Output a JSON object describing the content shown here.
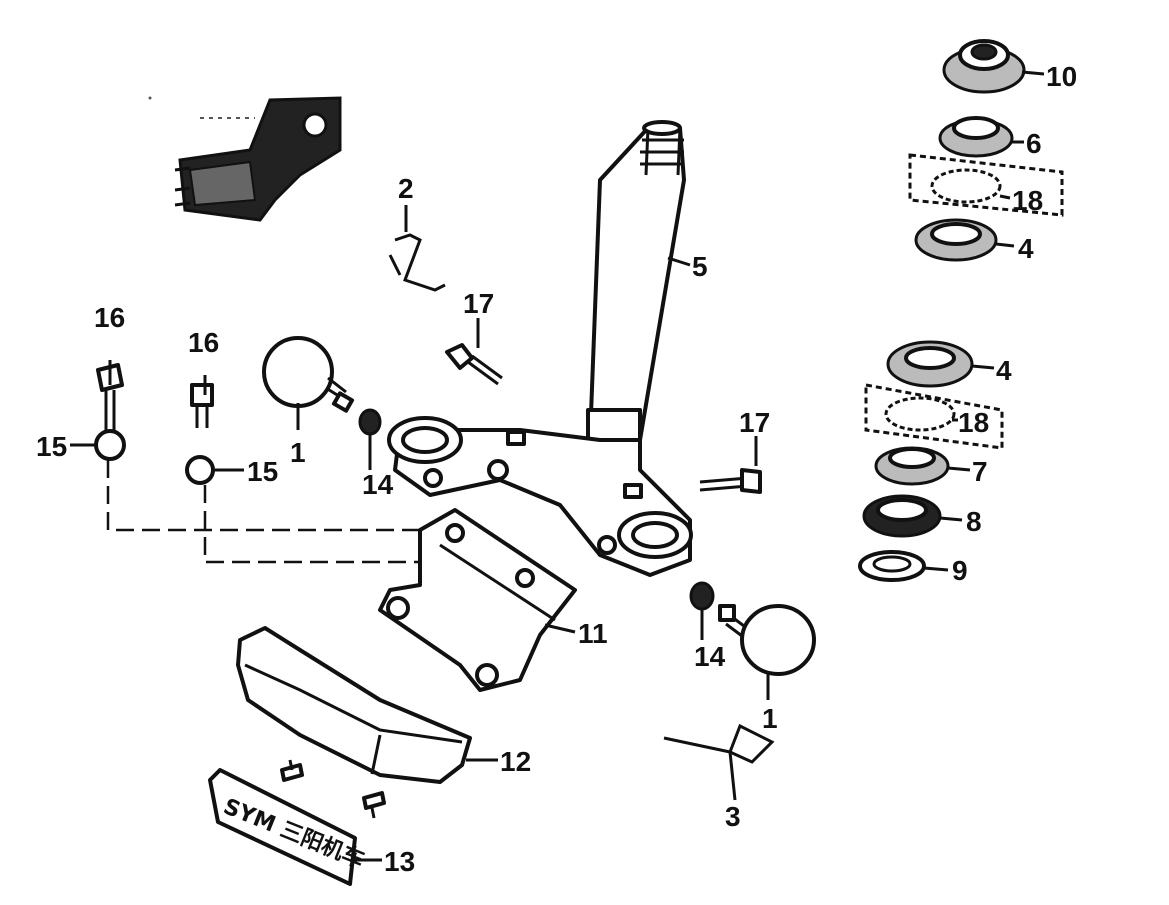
{
  "callouts": {
    "c1a": "1",
    "c1b": "1",
    "c2": "2",
    "c3": "3",
    "c4a": "4",
    "c4b": "4",
    "c5": "5",
    "c6": "6",
    "c7": "7",
    "c8": "8",
    "c9": "9",
    "c10": "10",
    "c11": "11",
    "c12": "12",
    "c13": "13",
    "c14a": "14",
    "c14b": "14",
    "c15a": "15",
    "c15b": "15",
    "c16a": "16",
    "c16b": "16",
    "c17a": "17",
    "c17b": "17",
    "c18a": "18",
    "c18b": "18"
  },
  "emblem_plate": {
    "text": "SYM 三阳机车"
  }
}
